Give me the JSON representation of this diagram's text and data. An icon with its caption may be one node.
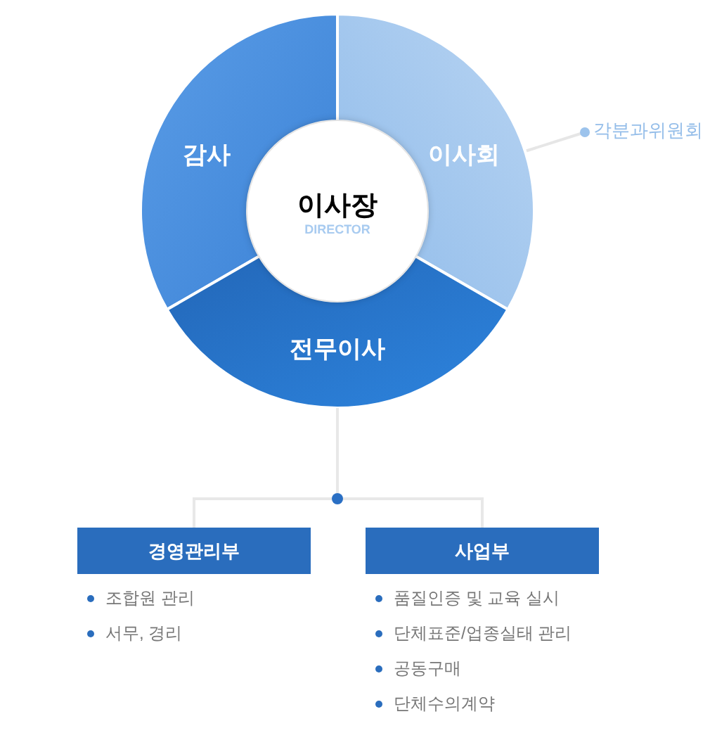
{
  "diagram": {
    "nodes": [
      {
        "text": [
          "이사장",
          "DIRECTOR"
        ]
      },
      {
        "text": [
          "이사회"
        ]
      },
      {
        "text": [
          "감사"
        ]
      },
      {
        "text": [
          "전무이사"
        ]
      },
      {
        "text": [
          "각분과위원회"
        ]
      },
      {
        "text": [
          "경영관리부"
        ],
        "beside": [
          "조합원 관리",
          "서무, 경리"
        ]
      },
      {
        "text": [
          "사업부"
        ],
        "beside": [
          "품질인증 및 교육 실시",
          "단체표준/업종실태 관리",
          "공동구매",
          "단체수의계약"
        ]
      }
    ],
    "edges": [
      {
        "from": 1,
        "to": 4,
        "arrow": "other"
      },
      {
        "from": 3,
        "to": 5,
        "arrow": "none"
      },
      {
        "from": 3,
        "to": 6,
        "arrow": "none"
      }
    ]
  }
}
